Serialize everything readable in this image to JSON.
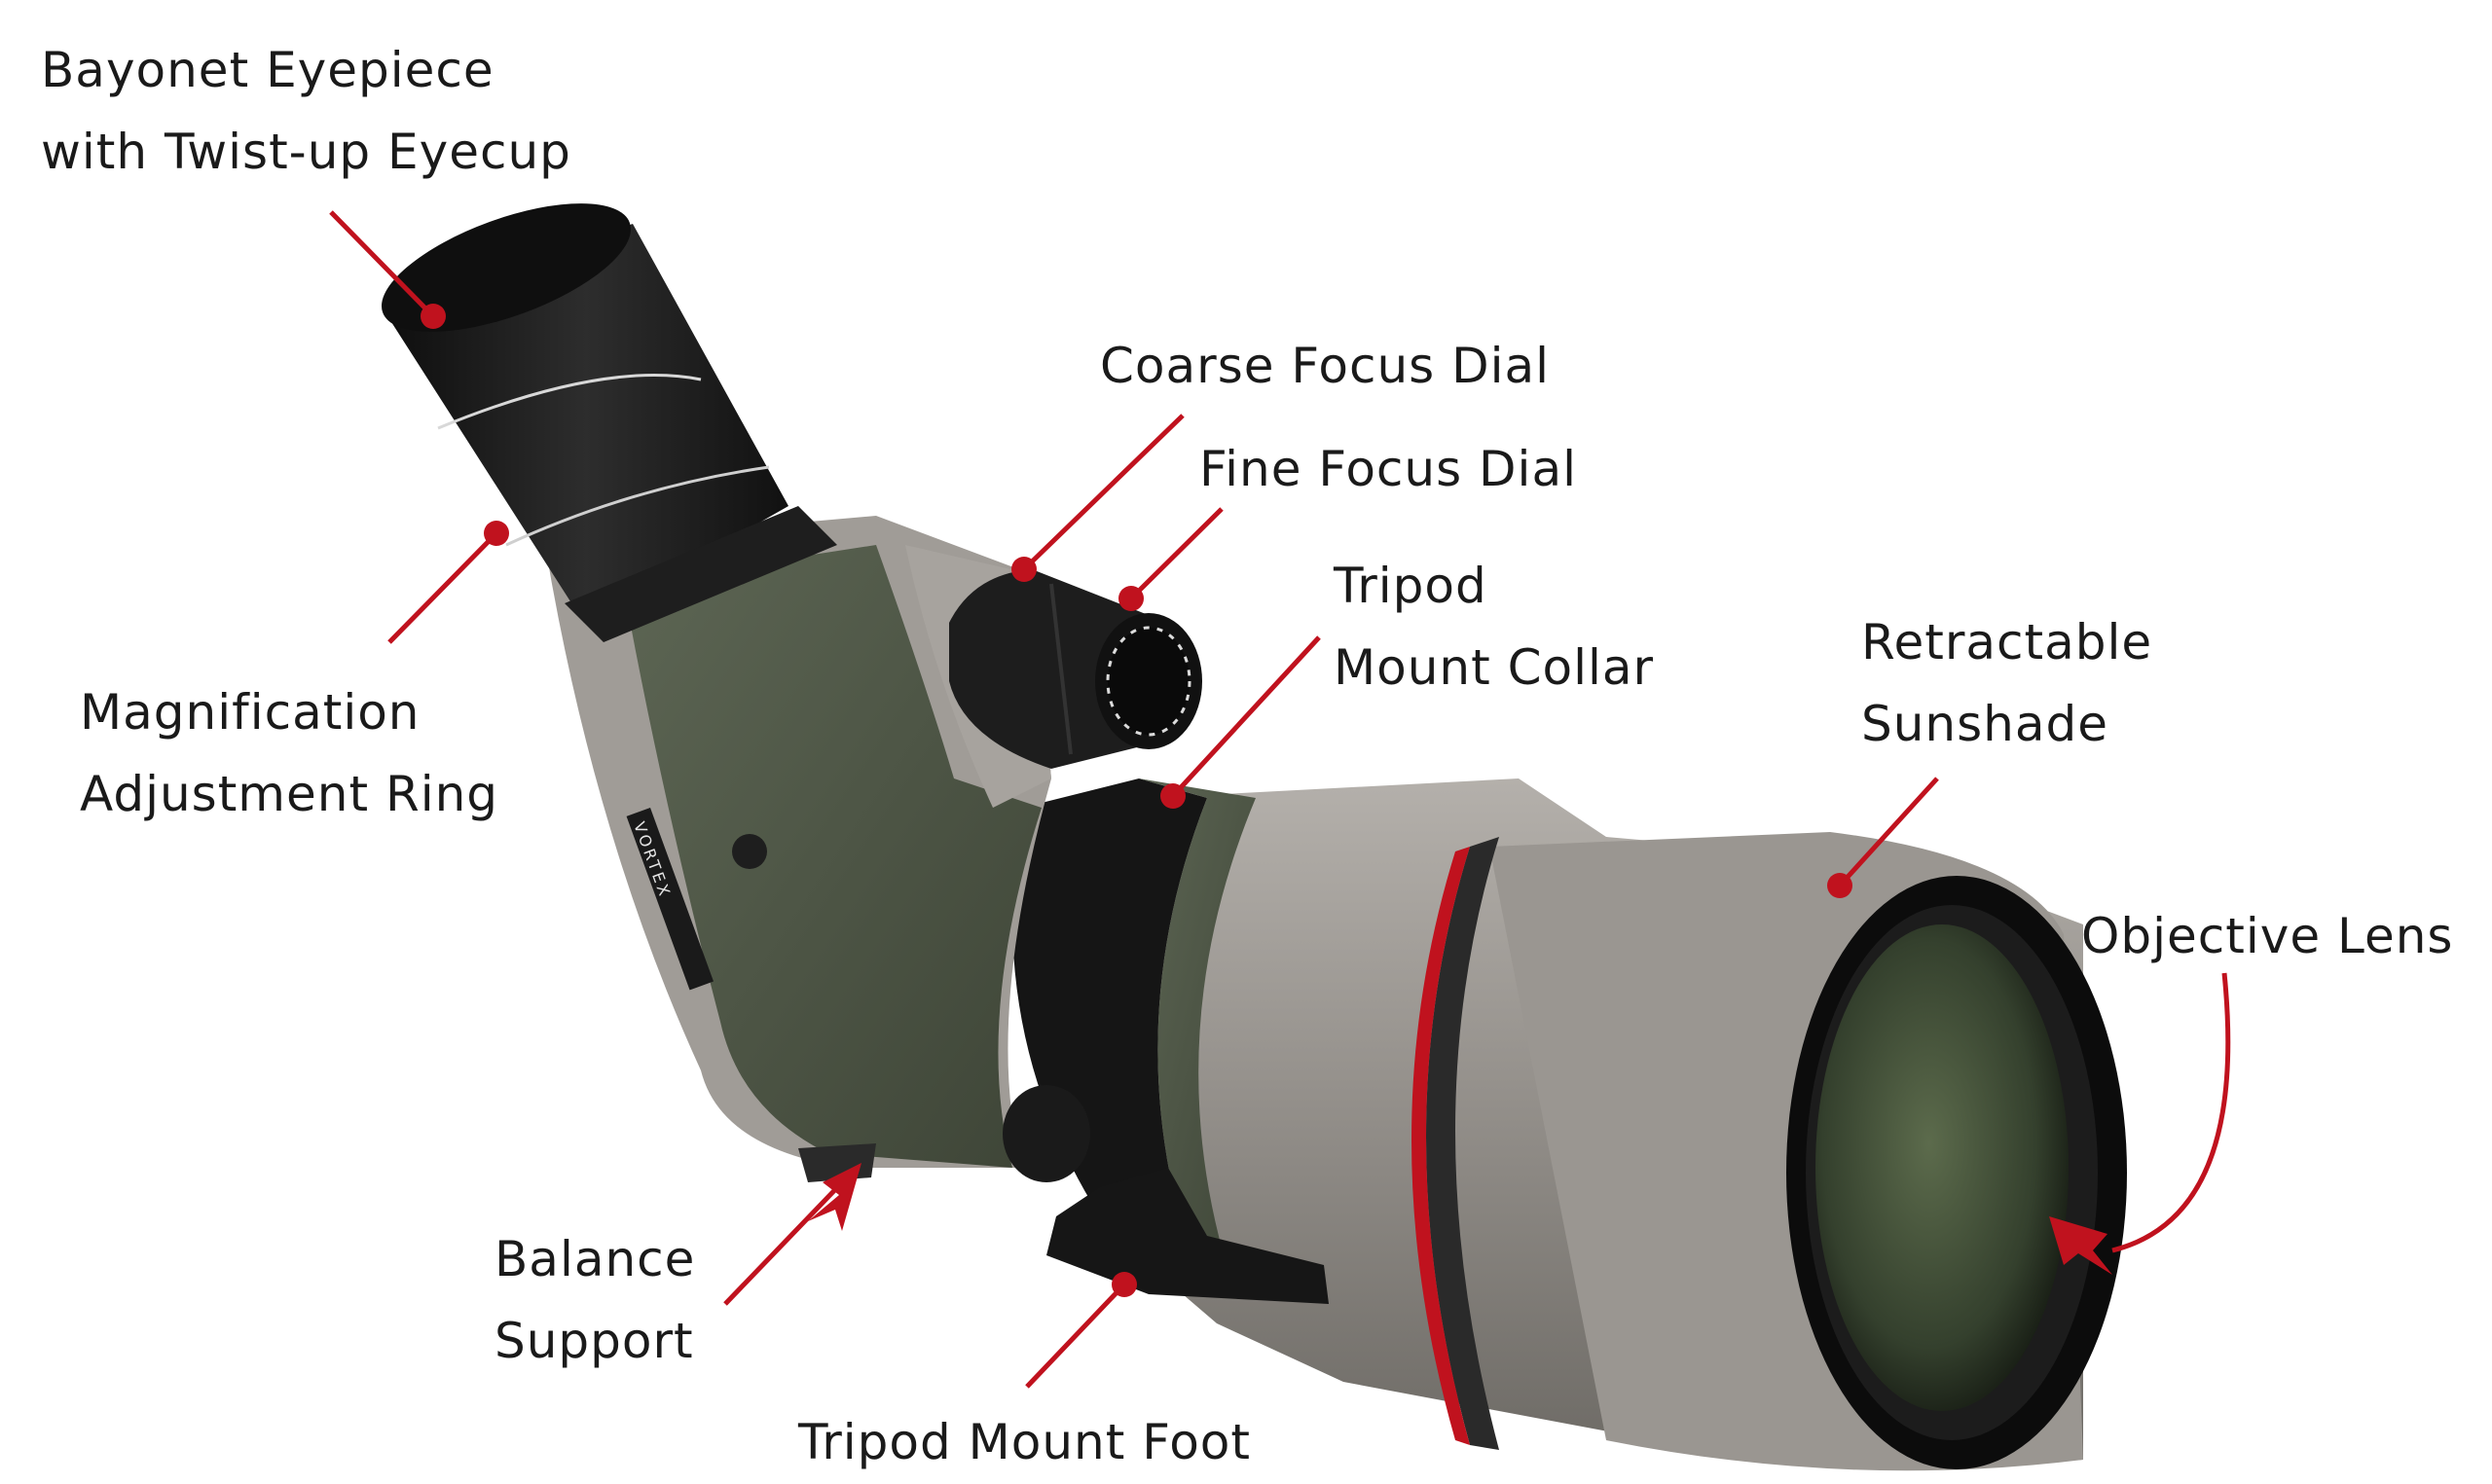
{
  "diagram": {
    "subject": "Spotting scope parts diagram",
    "brand_marking": "VORTEX",
    "accent_color": "#c0121e",
    "body_colors": {
      "grey": "#8f8b86",
      "green": "#4d5645",
      "black": "#1a1a1a",
      "lens": "#3c4a34"
    },
    "labels": [
      {
        "id": "eyepiece",
        "lines": [
          "Bayonet Eyepiece",
          "with Twist-up Eyecup"
        ]
      },
      {
        "id": "coarse_focus",
        "lines": [
          "Coarse Focus Dial"
        ]
      },
      {
        "id": "fine_focus",
        "lines": [
          "Fine Focus Dial"
        ]
      },
      {
        "id": "tripod_collar",
        "lines": [
          "Tripod",
          "Mount Collar"
        ]
      },
      {
        "id": "sunshade",
        "lines": [
          "Retractable",
          "Sunshade"
        ]
      },
      {
        "id": "objective",
        "lines": [
          "Objective Lens"
        ]
      },
      {
        "id": "magnification",
        "lines": [
          "Magnification",
          "Adjustment Ring"
        ]
      },
      {
        "id": "balance",
        "lines": [
          "Balance",
          "Support"
        ]
      },
      {
        "id": "tripod_foot",
        "lines": [
          "Tripod Mount Foot"
        ]
      }
    ]
  }
}
